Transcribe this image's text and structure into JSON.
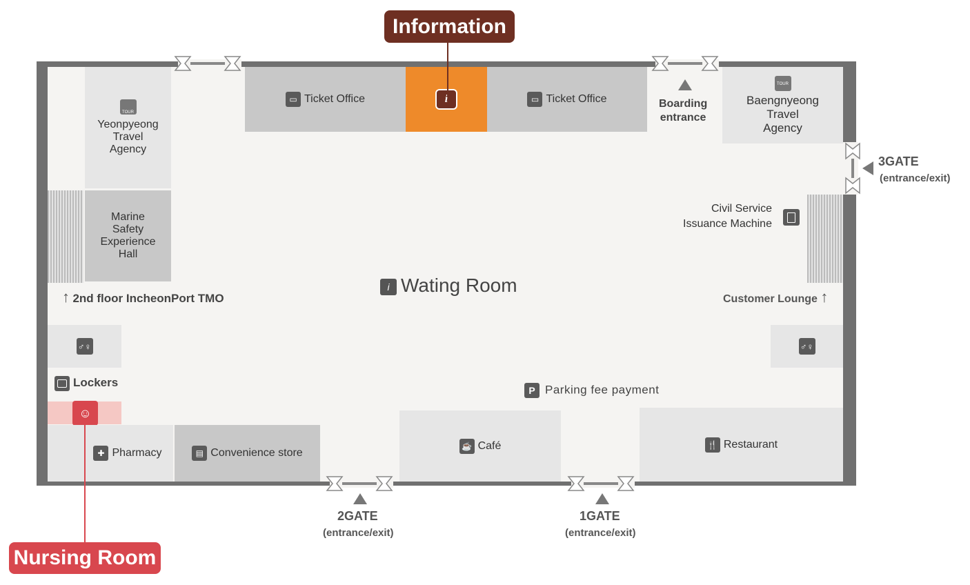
{
  "callouts": {
    "information": "Information",
    "nursing_room": "Nursing Room"
  },
  "rooms": {
    "yeonpyeong": [
      "Yeonpyeong",
      "Travel",
      "Agency"
    ],
    "marine": [
      "Marine",
      "Safety",
      "Experience",
      "Hall"
    ],
    "ticket_office": "Ticket Office",
    "baengnyeong": [
      "Baengnyeong",
      "Travel",
      "Agency"
    ],
    "boarding": [
      "Boarding",
      "entrance"
    ],
    "civil_service": [
      "Civil Service",
      "Issuance Machine"
    ],
    "waiting_room": "Wating Room",
    "tmo": "2nd floor IncheonPort TMO",
    "customer_lounge": "Customer Lounge",
    "lockers": "Lockers",
    "parking": "Parking fee payment",
    "pharmacy": "Pharmacy",
    "convenience": "Convenience store",
    "cafe": "Café",
    "restaurant": "Restaurant",
    "tour_badge": "TOUR",
    "parking_badge": "P"
  },
  "gates": {
    "gate3": {
      "name": "3GATE",
      "sub": "(entrance/exit)"
    },
    "gate2": {
      "name": "2GATE",
      "sub": "(entrance/exit)"
    },
    "gate1": {
      "name": "1GATE",
      "sub": "(entrance/exit)"
    }
  },
  "colors": {
    "wall": "#707070",
    "floor": "#f5f4f2",
    "information": "#6e2f22",
    "information_booth": "#ee8a2a",
    "nursing": "#d8474e",
    "nursing_area": "#f5c8c4"
  },
  "icons": [
    "ticket-icon",
    "info-icon",
    "tour-ship-icon",
    "document-icon",
    "restroom-icon",
    "luggage-icon",
    "baby-icon",
    "pharmacy-icon",
    "store-icon",
    "coffee-icon",
    "restaurant-icon",
    "parking-icon",
    "waiting-room-icon",
    "arrow-up-icon",
    "door-icon"
  ]
}
